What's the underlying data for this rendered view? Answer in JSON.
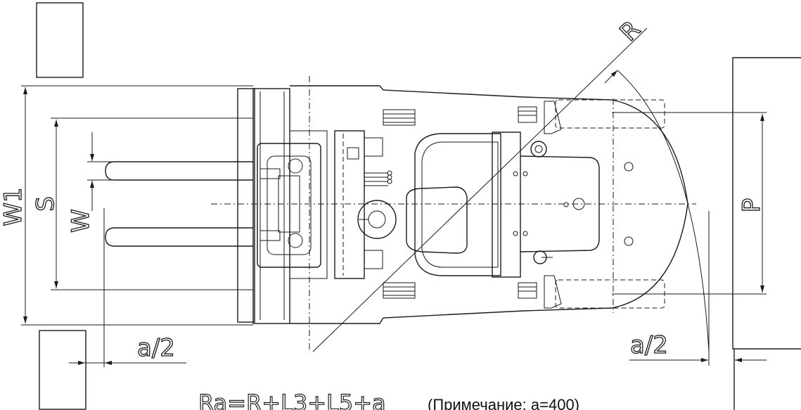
{
  "labels": {
    "w1": "W1",
    "s": "S",
    "w": "W",
    "p": "P",
    "r": "R",
    "a_half_left": "a/2",
    "a_half_right": "a/2"
  },
  "formula": "Ra=R+L3+L5+a",
  "note": "(Примечание: a=400)"
}
